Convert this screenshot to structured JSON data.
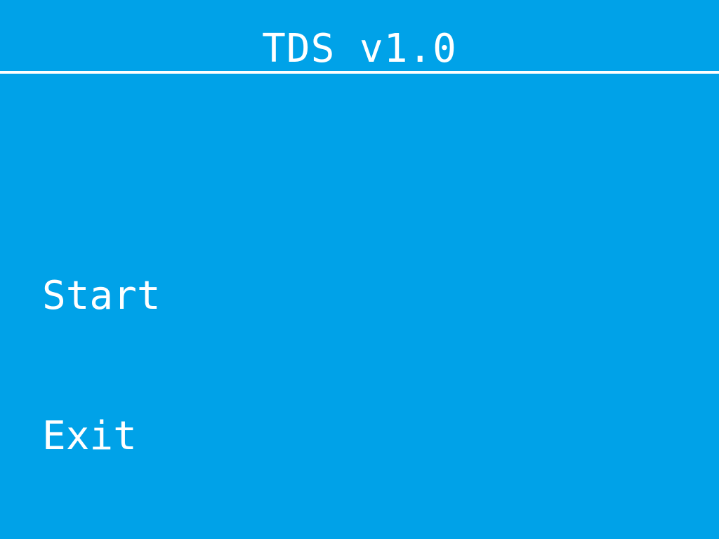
{
  "title": "TDS v1.0",
  "menu": {
    "start_label": "Start",
    "exit_label": "Exit"
  },
  "colors": {
    "background": "#00a2e8",
    "foreground": "#ffffff"
  }
}
